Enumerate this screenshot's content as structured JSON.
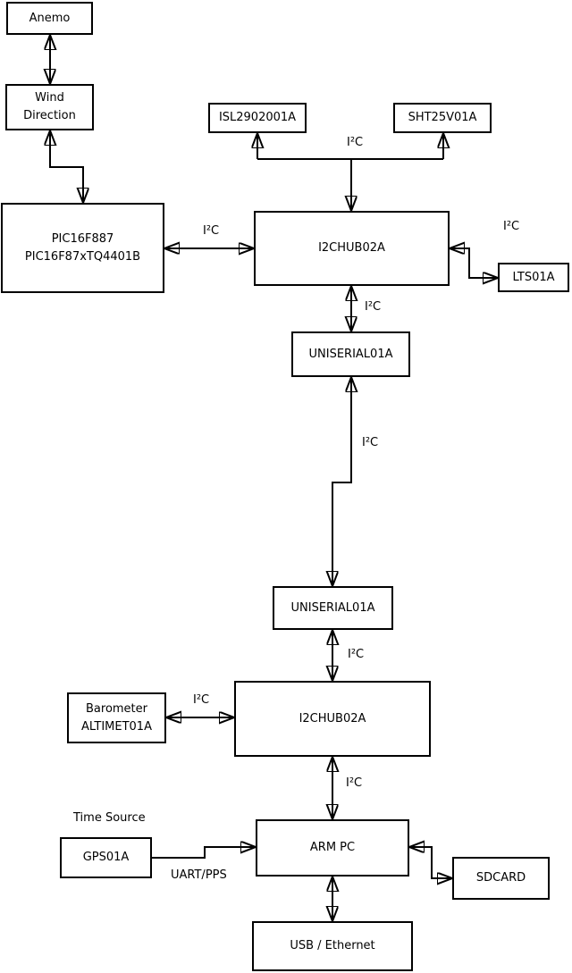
{
  "diagram": {
    "boxes": {
      "anemo": {
        "label": "Anemo"
      },
      "wind_direction": {
        "line1": "Wind",
        "line2": "Direction"
      },
      "pic": {
        "line1": "PIC16F887",
        "line2": "PIC16F87xTQ4401B"
      },
      "isl": {
        "label": "ISL2902001A"
      },
      "sht": {
        "label": "SHT25V01A"
      },
      "hub1": {
        "label": "I2CHUB02A"
      },
      "lts": {
        "label": "LTS01A"
      },
      "uniserial1": {
        "label": "UNISERIAL01A"
      },
      "uniserial2": {
        "label": "UNISERIAL01A"
      },
      "barometer": {
        "line1": "Barometer",
        "line2": "ALTIMET01A"
      },
      "hub2": {
        "label": "I2CHUB02A"
      },
      "gps": {
        "label": "GPS01A"
      },
      "arm_pc": {
        "label": "ARM PC"
      },
      "sdcard": {
        "label": "SDCARD"
      },
      "usb_ethernet": {
        "label": "USB / Ethernet"
      }
    },
    "edge_labels": {
      "i2c_pic_hub1": "I²C",
      "i2c_top_bus": "I²C",
      "i2c_hub1_lts": "I²C",
      "i2c_hub1_uniserial1": "I²C",
      "i2c_uniserial_link": "I²C",
      "i2c_uniserial2_hub2": "I²C",
      "i2c_barometer_hub2": "I²C",
      "i2c_hub2_armpc": "I²C",
      "time_source": "Time Source",
      "uart_pps": "UART/PPS"
    },
    "colors": {
      "line": "#000000",
      "background": "#ffffff",
      "box_fill": "#ffffff"
    }
  }
}
